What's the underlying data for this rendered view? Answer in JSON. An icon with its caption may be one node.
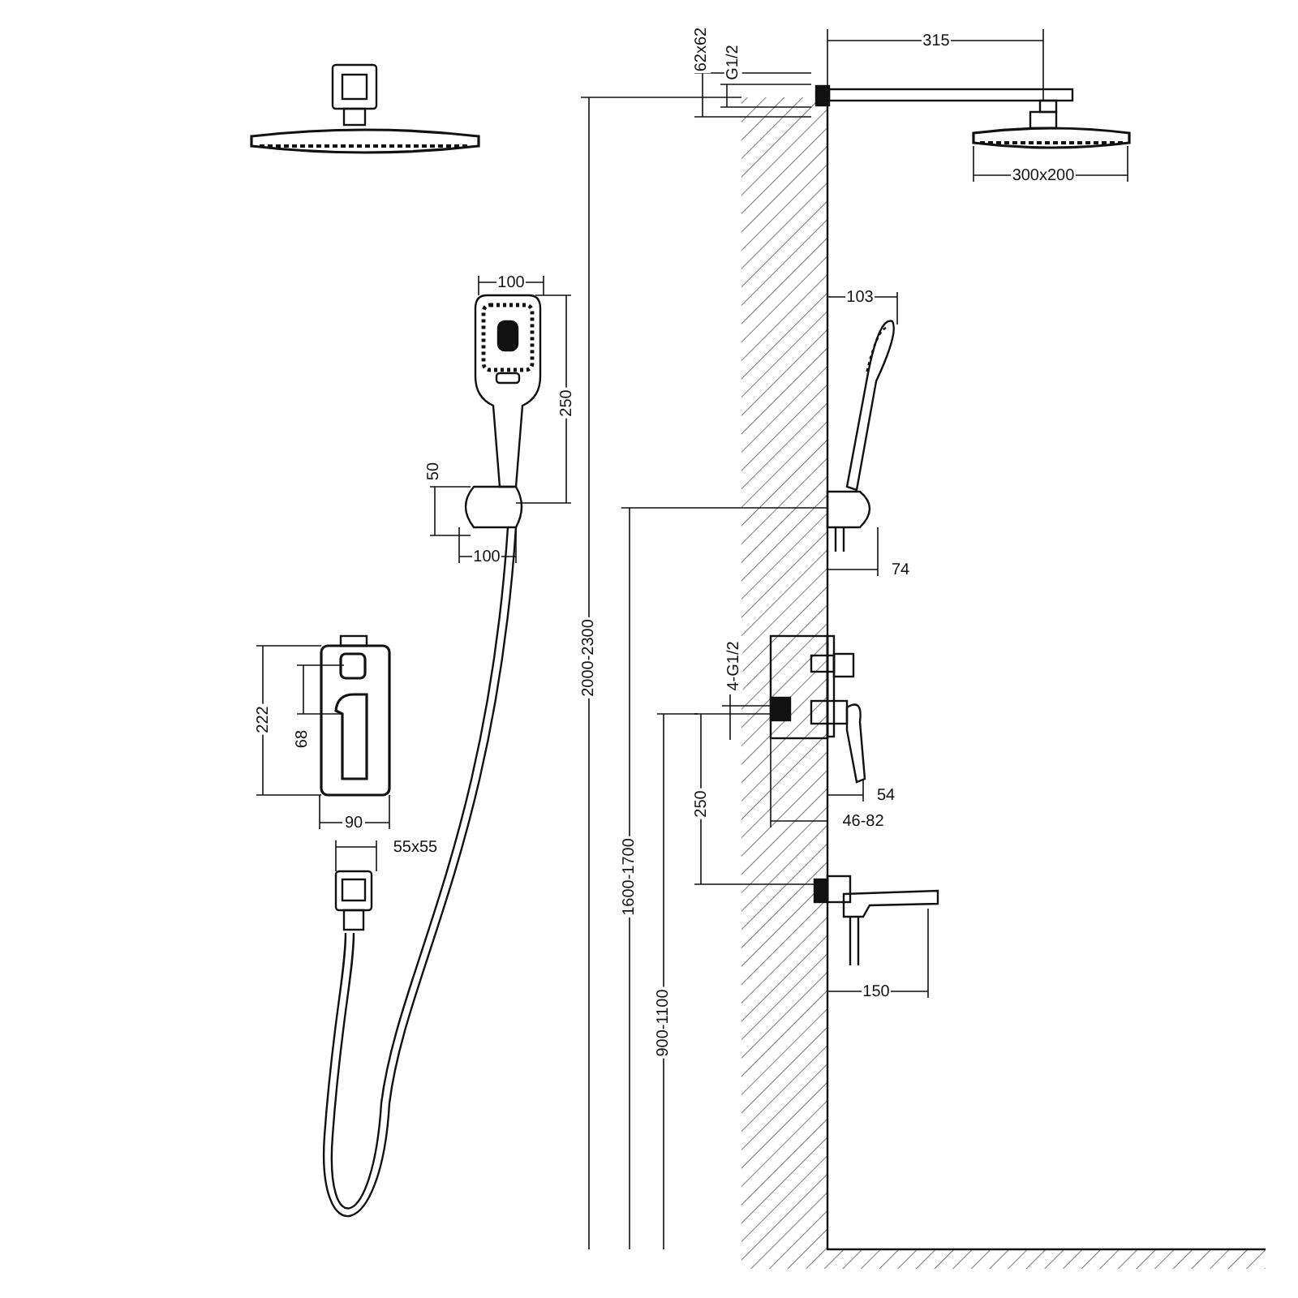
{
  "diagram": {
    "labels": [
      "62x62",
      "G1/2",
      "315",
      "300x200",
      "100",
      "103",
      "250",
      "50",
      "100",
      "2000-2300",
      "222",
      "68",
      "4-G1/2",
      "74",
      "90",
      "55x55",
      "1600-1700",
      "250",
      "54",
      "46-82",
      "900-1100",
      "150"
    ]
  }
}
